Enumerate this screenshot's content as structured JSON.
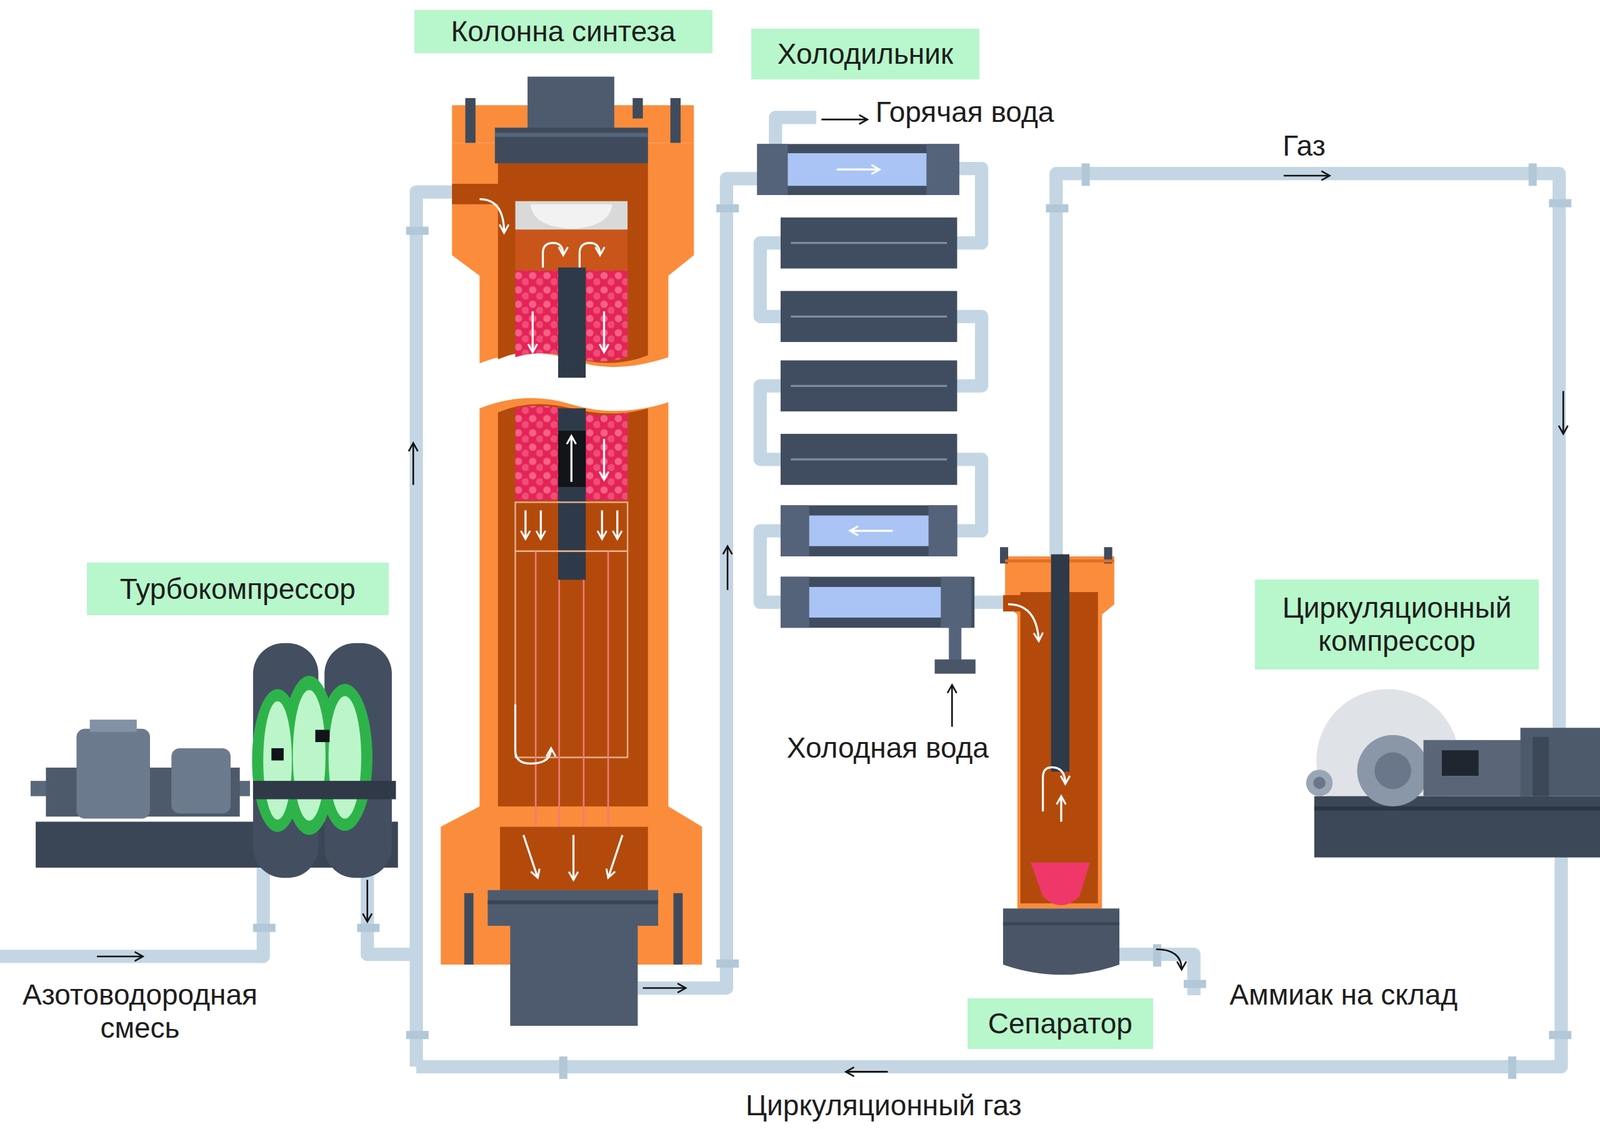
{
  "diagram": {
    "nodes": [
      {
        "text": [
          "Колонна синтеза"
        ]
      },
      {
        "text": [
          "Холодильник"
        ]
      },
      {
        "text": [
          "Турбокомпрессор"
        ]
      },
      {
        "text": [
          "Циркуляционный компрессор"
        ]
      },
      {
        "text": [
          "Сепаратор"
        ]
      }
    ],
    "labels": [
      "Горячая вода",
      "Газ",
      "Холодная вода",
      "Азотоводородная смесь",
      "Аммиак на склад",
      "Циркуляционный газ"
    ]
  }
}
